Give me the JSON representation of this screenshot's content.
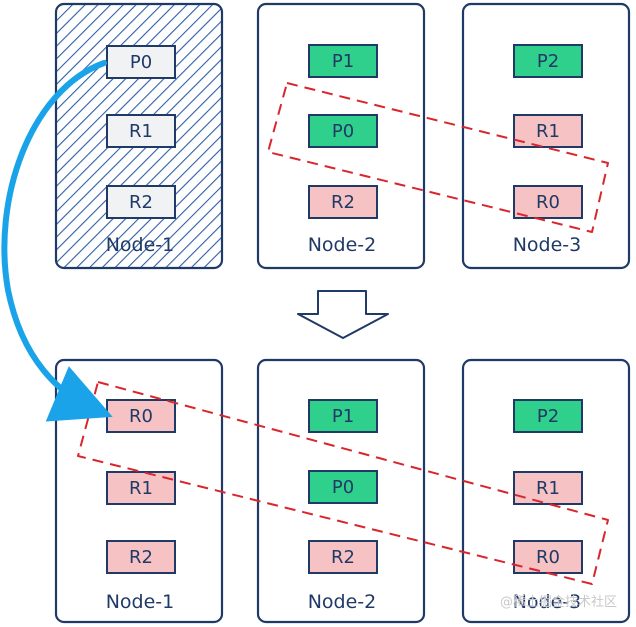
{
  "colors": {
    "node_border": "#1f3a66",
    "primary_fill": "#2fd08c",
    "replica_fill": "#f6c2c4",
    "neutral_fill": "#f1f2f4",
    "hatch": "#2f5fa8",
    "dashed_box": "#d8262c",
    "arrow": "#1aa3e8"
  },
  "top_row": {
    "nodes": [
      {
        "label": "Node-1",
        "shards": [
          "P0",
          "R1",
          "R2"
        ]
      },
      {
        "label": "Node-2",
        "shards": [
          "P1",
          "P0",
          "R2"
        ]
      },
      {
        "label": "Node-3",
        "shards": [
          "P2",
          "R1",
          "R0"
        ]
      }
    ]
  },
  "bottom_row": {
    "nodes": [
      {
        "label": "Node-1",
        "shards": [
          "R0",
          "R1",
          "R2"
        ]
      },
      {
        "label": "Node-2",
        "shards": [
          "P1",
          "P0",
          "R2"
        ]
      },
      {
        "label": "Node-3",
        "shards": [
          "P2",
          "R1",
          "R0"
        ]
      }
    ]
  },
  "watermark": "@稀土掘金技术社区"
}
